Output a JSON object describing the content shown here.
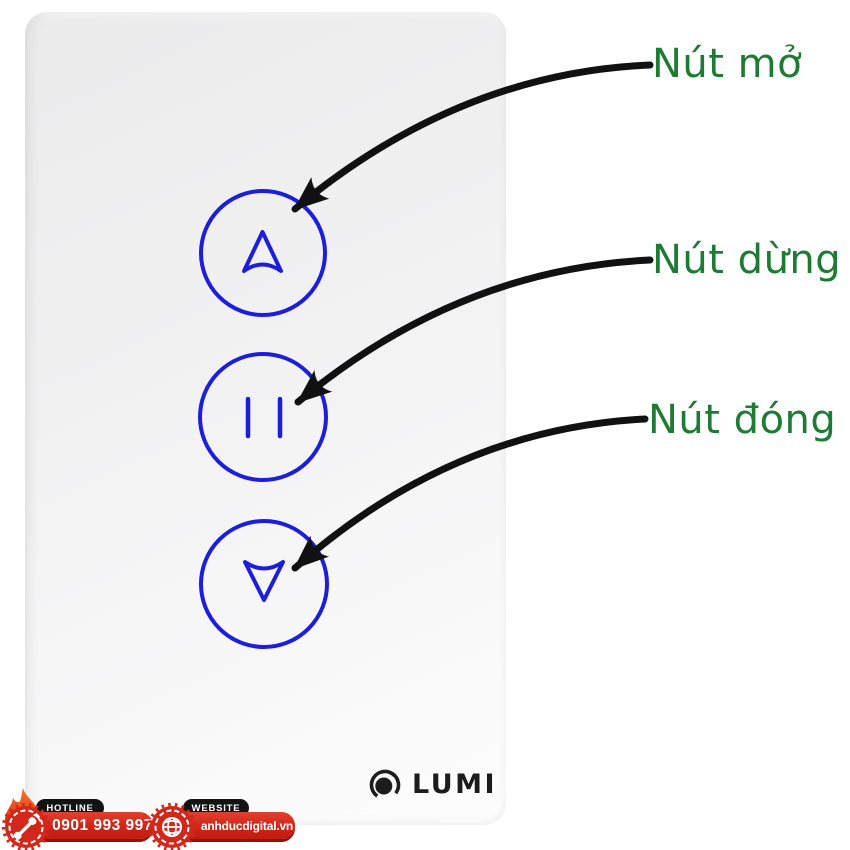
{
  "colors": {
    "label_green": "#1e7b33",
    "button_blue": "#1d1ddd",
    "arrow_black": "#111111",
    "badge_red": "#d2281c",
    "badge_red_dark": "#8f130b",
    "pill_black": "#131313",
    "logo_dark": "#1c1c1c"
  },
  "annotations": {
    "labels": [
      {
        "text": "Nút mở",
        "target": "open-button"
      },
      {
        "text": "Nút dừng",
        "target": "stop-button"
      },
      {
        "text": "Nút đóng",
        "target": "close-button"
      }
    ]
  },
  "device": {
    "type": "touch curtain switch panel",
    "buttons": [
      {
        "name": "open",
        "icon": "triangle-up-icon"
      },
      {
        "name": "stop",
        "icon": "pause-icon"
      },
      {
        "name": "close",
        "icon": "triangle-down-icon"
      }
    ],
    "logo": {
      "text": "LUMI",
      "icon": "lumi-ring-dot-icon"
    }
  },
  "badges": {
    "hotline": {
      "label": "HOTLINE",
      "value": "0901 993 997",
      "icon": "phone-icon"
    },
    "website": {
      "label": "WEBSITE",
      "value": "anhducdigital.vn",
      "icon": "globe-icon"
    },
    "flame_icon": "flame-icon"
  }
}
